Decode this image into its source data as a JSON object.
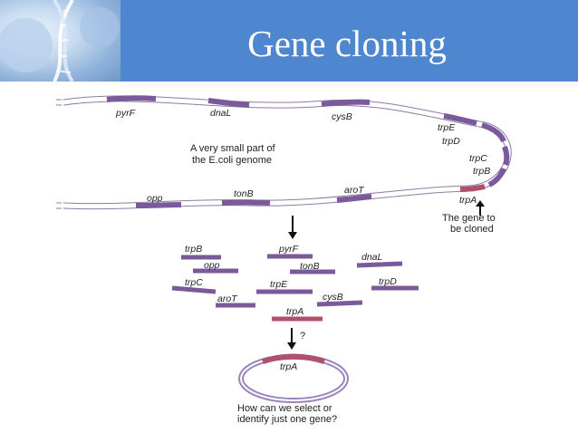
{
  "slide": {
    "title": "Gene cloning"
  },
  "diagram": {
    "genome_caption": [
      "A very small part of",
      "the E.coli genome"
    ],
    "target_caption": [
      "The gene to",
      "be cloned"
    ],
    "question_mark": "?",
    "bottom_caption": [
      "How can we select or",
      "identify just one gene?"
    ],
    "chromosome_genes": [
      "pyrF",
      "dnaL",
      "cysB",
      "trpE",
      "trpD",
      "trpC",
      "trpB",
      "trpA",
      "aroT",
      "tonB",
      "opp"
    ],
    "fragments": [
      "trpB",
      "pyrF",
      "dnaL",
      "opp",
      "tonB",
      "trpC",
      "trpE",
      "trpD",
      "aroT",
      "cysB",
      "trpA"
    ],
    "plasmid_insert": "trpA",
    "colors": {
      "gene_segment": "#7b5a9b",
      "target_gene": "#b0506c",
      "plasmid": "#9c82bf",
      "header_bar": "#4e86cf"
    }
  }
}
